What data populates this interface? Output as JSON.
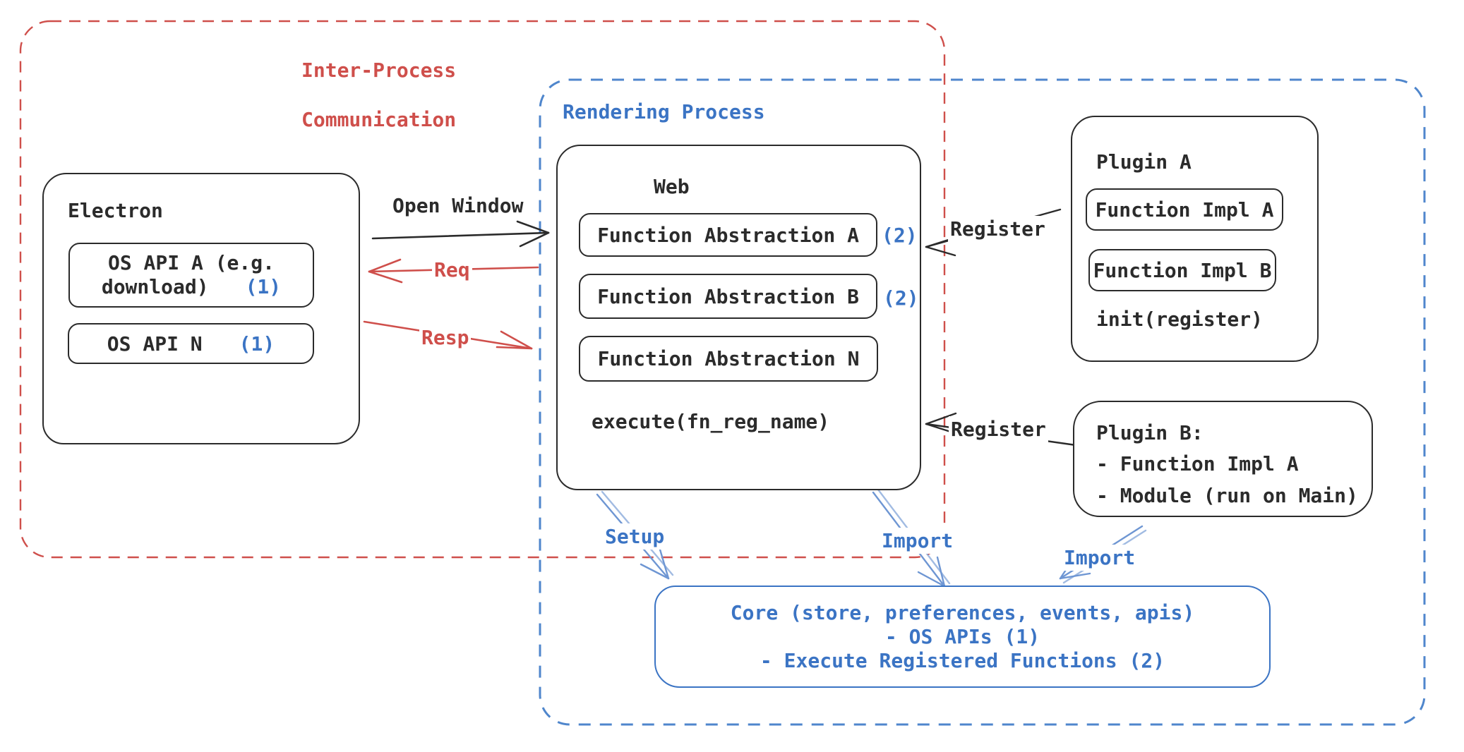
{
  "diagram": {
    "ipc_region": {
      "label_line1": "Inter-Process",
      "label_line2": "Communication"
    },
    "rendering_region": {
      "label": "Rendering Process"
    },
    "electron": {
      "title": "Electron",
      "os_api_a_line1": "OS API A (e.g.",
      "os_api_a_line2": "download)",
      "os_api_a_badge": "(1)",
      "os_api_n": "OS API N",
      "os_api_n_badge": "(1)"
    },
    "web": {
      "title": "Web",
      "fa_a": "Function Abstraction A",
      "fa_a_badge": "(2)",
      "fa_b": "Function Abstraction B",
      "fa_b_badge": "(2)",
      "fa_n": "Function Abstraction N",
      "execute": "execute(fn_reg_name)"
    },
    "plugin_a": {
      "title": "Plugin A",
      "impl_a": "Function Impl A",
      "impl_b": "Function Impl B",
      "init": "init(register)"
    },
    "plugin_b": {
      "title": "Plugin B:",
      "item1": "- Function Impl A",
      "item2": "- Module (run on Main)"
    },
    "core": {
      "line1": "Core (store, preferences, events, apis)",
      "line2": "- OS APIs (1)",
      "line3": "- Execute Registered Functions (2)"
    },
    "arrows": {
      "open_window": "Open Window",
      "req": "Req",
      "resp": "Resp",
      "register_top": "Register",
      "register_bottom": "Register",
      "setup": "Setup",
      "import_web": "Import",
      "import_plugin": "Import"
    },
    "colors": {
      "red": "#cf4f4b",
      "blue": "#3b74c4",
      "arrow_blue": "#6e96d3",
      "black": "#2b2b2b"
    }
  }
}
